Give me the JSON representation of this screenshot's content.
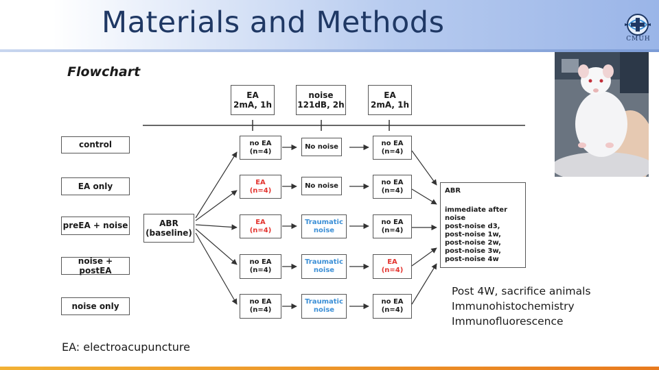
{
  "title": "Materials and Methods",
  "logo_text": "CMUH",
  "flowchart_label": "Flowchart",
  "timeline": [
    {
      "line1": "EA",
      "line2": "2mA, 1h"
    },
    {
      "line1": "noise",
      "line2": "121dB, 2h"
    },
    {
      "line1": "EA",
      "line2": "2mA, 1h"
    }
  ],
  "groups": [
    {
      "label": "control",
      "cells": [
        {
          "l1": "no EA",
          "l2": "(n=4)",
          "color": "black"
        },
        {
          "l1": "No noise",
          "l2": "",
          "color": "black"
        },
        {
          "l1": "no EA",
          "l2": "(n=4)",
          "color": "black"
        }
      ]
    },
    {
      "label": "EA only",
      "cells": [
        {
          "l1": "EA",
          "l2": "(n=4)",
          "color": "red"
        },
        {
          "l1": "No noise",
          "l2": "",
          "color": "black"
        },
        {
          "l1": "no EA",
          "l2": "(n=4)",
          "color": "black"
        }
      ]
    },
    {
      "label": "preEA + noise",
      "cells": [
        {
          "l1": "EA",
          "l2": "(n=4)",
          "color": "red"
        },
        {
          "l1": "Traumatic",
          "l2": "noise",
          "color": "blue"
        },
        {
          "l1": "no EA",
          "l2": "(n=4)",
          "color": "black"
        }
      ]
    },
    {
      "label": "noise + postEA",
      "cells": [
        {
          "l1": "no EA",
          "l2": "(n=4)",
          "color": "black"
        },
        {
          "l1": "Traumatic",
          "l2": "noise",
          "color": "blue"
        },
        {
          "l1": "EA",
          "l2": "(n=4)",
          "color": "red"
        }
      ]
    },
    {
      "label": "noise only",
      "cells": [
        {
          "l1": "no EA",
          "l2": "(n=4)",
          "color": "black"
        },
        {
          "l1": "Traumatic",
          "l2": "noise",
          "color": "blue"
        },
        {
          "l1": "no EA",
          "l2": "(n=4)",
          "color": "black"
        }
      ]
    }
  ],
  "abr_baseline": {
    "line1": "ABR",
    "line2": "(baseline)"
  },
  "abr_result": {
    "title": "ABR",
    "items": [
      "immediate after noise",
      "post-noise d3,",
      "post-noise 1w,",
      "post-noise 2w,",
      "post-noise 3w,",
      "post-noise 4w"
    ]
  },
  "post_text": [
    "Post 4W, sacrifice animals",
    "Immunohistochemistry",
    "Immunofluorescence"
  ],
  "footnote": "EA: electroacupuncture",
  "colors": {
    "title": "#1f3864",
    "red": "#e3342f",
    "blue": "#3b8fd6"
  }
}
